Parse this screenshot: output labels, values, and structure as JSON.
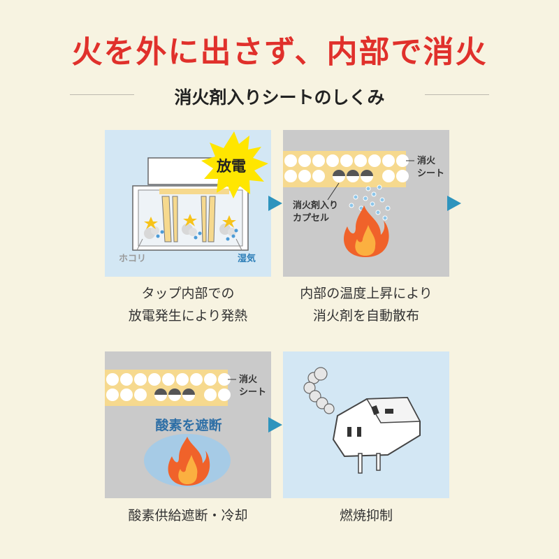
{
  "title": "火を外に出さず、内部で消火",
  "subtitle": "消火剤入りシートのしくみ",
  "panels": [
    {
      "burst_label": "放電",
      "dust_label": "ホコリ",
      "moisture_label": "湿気",
      "caption_line1": "タップ内部での",
      "caption_line2": "放電発生により発熱"
    },
    {
      "sheet_label_line1": "消火",
      "sheet_label_line2": "シート",
      "capsule_label_line1": "消火剤入り",
      "capsule_label_line2": "カプセル",
      "caption_line1": "内部の温度上昇により",
      "caption_line2": "消火剤を自動散布"
    },
    {
      "sheet_label_line1": "消火",
      "sheet_label_line2": "シート",
      "oxygen_label": "酸素を遮断",
      "caption_line1": "酸素供給遮断・冷却"
    },
    {
      "caption_line1": "燃焼抑制"
    }
  ],
  "colors": {
    "title_red": "#e0302b",
    "arrow_blue": "#2e94bd",
    "panel_blue": "#d3e7f4",
    "panel_gray": "#cacaca",
    "sheet_yellow": "#f6d98e",
    "flame_orange": "#f0622a",
    "burst_yellow": "#ffe600"
  }
}
